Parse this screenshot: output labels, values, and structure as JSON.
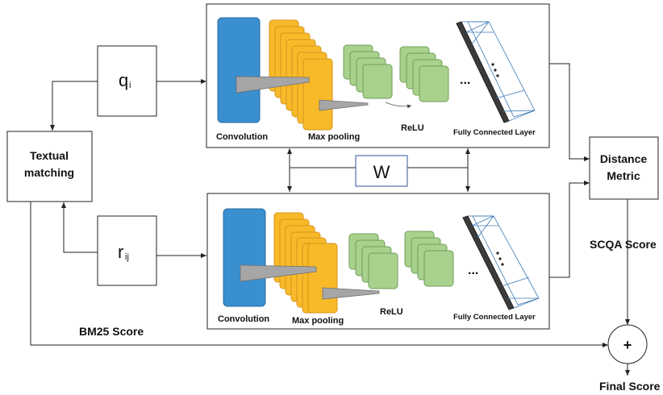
{
  "nodes": {
    "query": {
      "main": "q",
      "sub": "i"
    },
    "response": {
      "main": "r",
      "sub": "ij"
    },
    "textual_matching": {
      "line1": "Textual",
      "line2": "matching"
    },
    "shared_weights": "W",
    "distance_metric": {
      "line1": "Distance",
      "line2": "Metric"
    },
    "sum": "+"
  },
  "cnn_top": {
    "convolution": "Convolution",
    "max_pooling": "Max pooling",
    "relu": "ReLU",
    "ellipsis": "...",
    "fc": "Fully Connected Layer"
  },
  "cnn_bottom": {
    "convolution": "Convolution",
    "max_pooling": "Max pooling",
    "relu": "ReLU",
    "ellipsis": "...",
    "fc": "Fully Connected Layer"
  },
  "edge_labels": {
    "bm25": "BM25 Score",
    "scqa": "SCQA Score",
    "final": "Final Score"
  },
  "colors": {
    "convolution": "#3a8fcf",
    "max_pooling": "#f9ba2a",
    "relu": "#a9d18e",
    "fully_connected": "#3b3b3b",
    "shared_weight_box": "#2f5597"
  }
}
